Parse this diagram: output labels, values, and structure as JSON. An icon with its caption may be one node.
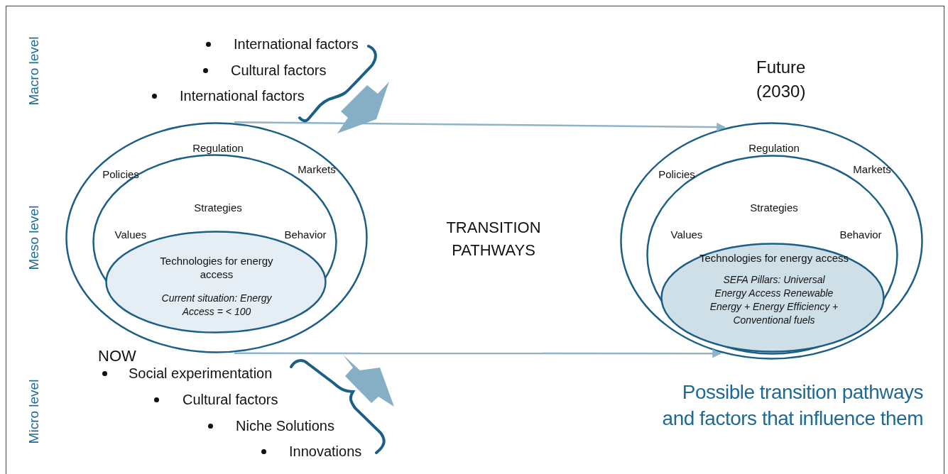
{
  "diagram": {
    "caption": "Possible transition pathways and factors that influence them",
    "nodes": [
      {
        "text": [
          "Regulation",
          "Policies",
          "Markets"
        ],
        "beside": [
          "NOW"
        ]
      },
      {
        "text": [
          "Strategies",
          "Values",
          "Behavior"
        ],
        "in": 0
      },
      {
        "text": [
          "Technologies for energy access",
          "Current situation: Energy Access = < 100"
        ],
        "in": 1
      },
      {
        "text": [
          "Regulation",
          "Policies",
          "Markets"
        ],
        "beside": [
          "Future (2030)"
        ]
      },
      {
        "text": [
          "Strategies",
          "Values",
          "Behavior"
        ],
        "in": 3
      },
      {
        "text": [
          "Technologies for energy access",
          "SEFA Pillars: Universal Energy Access Renewable Energy + Energy Efficiency + Conventional fuels"
        ],
        "in": 4
      }
    ],
    "edges": [
      {
        "from": 0,
        "to": 3,
        "arrow": "to"
      },
      {
        "from": 0,
        "to": 3,
        "arrow": "to"
      }
    ],
    "labels": [
      "Macro level",
      "International factors",
      "Cultural factors",
      "International factors",
      "Meso level",
      "TRANSITION PATHWAYS",
      "Micro level",
      "Social experimentation",
      "Cultural factors",
      "Niche Solutions",
      "Innovations"
    ]
  }
}
